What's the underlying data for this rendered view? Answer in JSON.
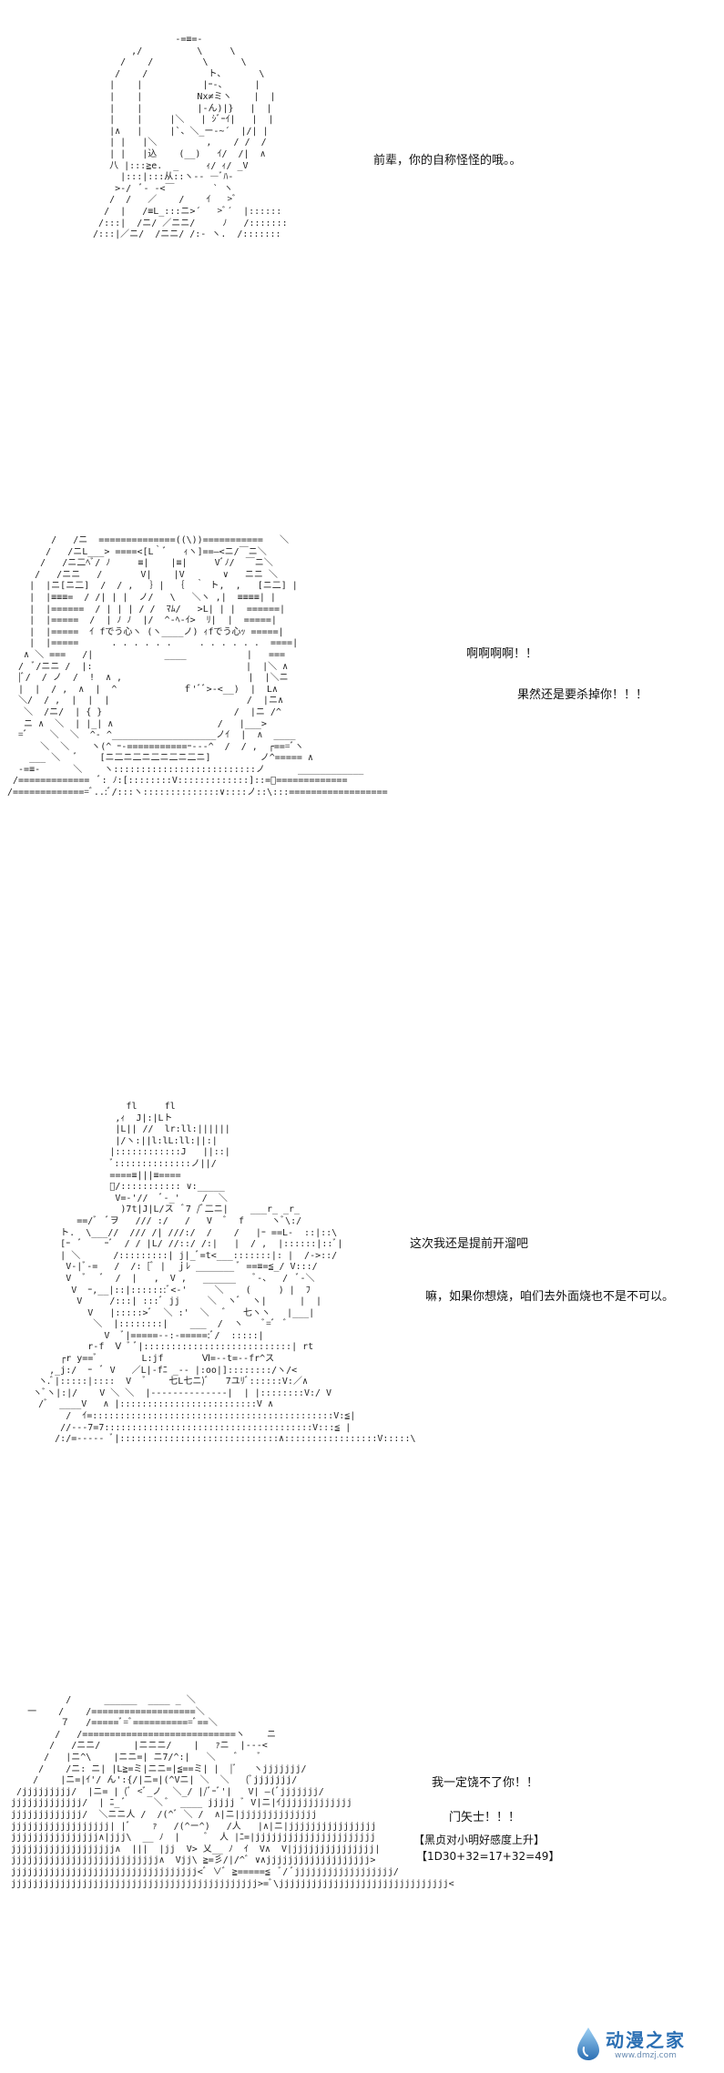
{
  "panels": [
    {
      "art": [
        "                 -=≡=-",
        "         ,/          \\     \\",
        "       /    /         \\      \\",
        "      /    /           ト、      \\",
        "     |    |           |ｰ-、     |",
        "     |    |          Nx≠ミヽ    |  |",
        "     |    |          |-ん)|}   |  |",
        "     |    |     |＼   | ｼﾞｰｲ|   |  |",
        "     |∧   |     |`、＼_ー‐~´  |/| |",
        "     | |   |＼         ,    / /  /",
        "     | |   |込    (__)   ｲ/  /|  ∧",
        "     八 |:::≧e.  _     ｨ/ ｨ/ _V",
        "       |:::|:::从::ヽ-- ―ﾞﾊ-",
        "      >-/  ﾞ‐ -<￣       ` ヽ",
        "     /  /   ／    /    ｲ   >ﾞ",
        "    /  |   /≡L_:::ニ>´   >ﾞ´  |::::::",
        "   /:::|  /ニ/ ／ニニ/     ﾉ   /:::::::",
        "  /:::|／ニ/  /ニニ/ /:- ヽ.  /:::::::"
      ],
      "lines": [
        "前辈，你的自称怪怪的哦。。"
      ]
    },
    {
      "art": [
        "        /   /ニ  ==============((\\))===========   ＼",
        "       /   /ニL___> ====<[L｀ﾞ   ｨヽ]==―<ニ/￣ニ＼",
        "      /   /ニ二ﾍﾞ/ ﾉ     ≡|    |≡|     Vﾞﾉ/  ￣ニ＼",
        "     /   /ニニ   /       V|    |V       ∨   ニニ ＼",
        "    |  |ニ[ニ二]  /  / ,   ｝|  ｛  ｀ ト,  ,   [ニ二] |",
        "    |  |≡≡≡=  / /| | |  ノ/   \\   ＼ヽ ,|  ≡≡≡≡| |",
        "    |  |======  / | | | / /  ﾏﾑ/   >L| | |  ======|",
        "    |  |=====  /  | ﾉ ﾉ  |/  ^-ﾍ-ｲ>  ﾘ|  |  =====|",
        "    |  |=====  ｲ fでう心ヽ (ヽ____ノ) ｨfでう心ｯ =====|",
        "    |  |=====      . . . . . .     . . . . . .  ====|",
        "   ∧ ＼ ===   /|             ____           |   ===",
        "  /  ﾞ/ニニ /  |:                            |  |＼ ∧",
        "  |ﾞ/  / ノ  /  !  ∧ ,                       |  |＼ニ",
        "  |  |  / ,  ∧  |  ^            ｆ'ﾞﾞ>-<__)  |  L∧",
        "  ＼/  / ,  |  |  |                         /  |ニ∧",
        "   ＼  /ニ/  | { }                        /  |ニ /^",
        "   ニ ∧  ＼  | |_| ∧                   /   |___>",
        "  =ﾞ    ＼  ＼  ^- ^___________________ノｲ  |  ∧  ____",
        "      ＼  ＼    ヽ(^ ｰ-===========ｰ---^  /  / ,  ┌===ﾞヽ",
        "    ___ ＼   ﾞ    [ニ二ニ二ニ二ニ二ニ二ニ]         ノ^===== ∧",
        "  -=≡-      ＼    ヽ::::::::::::::::::::::::::ノ      ____________",
        " /=============  ﾞ: ﾉ:[::::::::V:::::::::::::]::=ﾞ=============",
        "/==============ﾞ..:ﾞ/:::ヽ::::::::::::::∨::::ノ::\\:::=================="
      ],
      "lines": [
        "啊啊啊啊！！",
        "果然还是要杀掉你！！！"
      ]
    },
    {
      "art": [
        "                     fl     fl",
        "                   ,ｨ  J|:|Lト",
        "                   |L|| //  lr:ll:||||||",
        "                   |/ヽ:||l:lL:ll:||:|",
        "                  |::::::::::::J   ||::|",
        "                  ﾞ::::::::::::::ノ||/",
        "                  ====≡|||≡====",
        "                  ﾞ/::::::::::: ∨:_____",
        "                   V=-'//  ﾞ-_'    /  ＼",
        "                    )7t|J|L/ス  ﾞ7 /ﾞ二ニ|    ___r_ _r_",
        "            ==/ﾞ  ﾞヲ   /// :/   /   V  ﾞ  f     ヽﾞ\\:/",
        "         ト.  \\___//  /// /| ///:/  /    /   |ｰ ==L-  ::|::\\",
        "         [ｰ  ﾞ    ｰﾞ  / / |L/ //::/ /:|   |  / ,  |::::::|::ﾞ|",
        "         | ＼      /:::::::::| j|_ﾞ=t<___:::::::|: |  /->::/",
        "          V-|ﾞ-=   /  /: [ﾞ |  ｊﾚ _______ ﾞ ==≡=≦_/ V:::/",
        "          V  ﾞ   ﾞ  /  |   ,  V ,   ______   ﾞ-、  /  ﾞ-＼",
        "           V  ｰ,__|::|:::::::ﾞ<-'     ＼    (     ) |  ﾌ",
        "            V     /:::| :::ﾞ jj     ＼  ヽﾞ  ヽ|      |  |",
        "              V   |:::::>ﾞ  ＼ :'  ＼   ﾞ   七ヽヽ   |___|",
        "               ＼  |::::::::|    ___  /  ヽ    ﾞ=ﾞ  ﾞ",
        "                 V  ﾞ|=====--:-=====:ﾞ/  :::::|   ",
        "              r-f  Ⅴ ﾞ ﾞ|:::::::::::::::::::::::::::| rt",
        "         ┌r y==ﾞ        L:jf       Ⅵ=--t=--fr^ス",
        "       ,_j:/  ｰ  ﾞ V   ／L|-fﾆ _-- |:oo|]::::::::/ヽ/<",
        "     ヽ.ﾞ|:::::|::::  V  ﾞ    七L七ニ)ﾞ   7ユﾘﾞ::::::V:／∧",
        "    ヽﾞヽ|:|/    V ＼ ＼  |--------------|  | |::::::::V:/ V",
        "     /ﾞ  ____V   ∧ |:::::::::::::::::::::::::V ∧",
        "          /  ｲ=::::::::::::::::::::::::::::::::::::::::::::V:≦|",
        "         //---7=7::::::::::::::::::::::::::::::::::::::V:::≦ |",
        "        /:/=----- ﾞ|:::::::::::::::::::::::::::::∧:::::::::::::::::V:::::\\"
      ],
      "lines": [
        "这次我还是提前开溜吧",
        "嘛，如果你想烧，咱们去外面烧也不是不可以。"
      ]
    },
    {
      "art": [
        "            /      ______  ____ _ ＼",
        "     一    /    /===================＼",
        "           ７   /=====ﾞ=ﾞ===========ﾞ==＼",
        "          /   /============================ヽ    ニ",
        "         /   /ニニ/      |ニニニ/    |   ｧニ  |---<",
        "        /   |ニ^\\    |ニニ=| ニ7/^:|   ＼    ﾞ    ﾞ",
        "       /    /ニ: ニ| |L≧=ミ|ニニ=|≦==ミ| |  |ﾞ   ヽjjjjjjj/",
        "      /    |ニ=|ｲ'/ ん':{/|ニ=|(^Vニ| ＼  ＼   (ﾞjjjjjjj/",
        "   /jjjjjjjjj/  |ニ= | (ﾞ <ﾞ_ノ  ＼_/ |/ﾞｰﾞ'|   V| ―(ﾞjjjjjjj/",
        "  jjjjjjjjjjjjj/  | ﾆ_ ﾞ     ＼ ﾞ  ____ jjjjj ﾞ V|ニ|ｲjjjjjjjjjjjjj",
        "  jjjjjjjjjjjjj/  ＼ニニ人 /  /(^ﾞ ＼ /  ∧|ニ|jjjjjjjjjjjjjj",
        "  jjjjjjjjjjjjjjjjjj| |ﾞ    ｧ   /(^ー^)   /人   |∧|ニ|jjjjjjjjjjjjjjjj",
        "  jjjjjjjjjjjjjjjj∧|jjj\\  __ ﾉ  |     ﾞ  人 |ﾆ=|jjjjjjjjjjjjjjjjjjjjjj",
        "  jjjjjjjjjjjjjjjjjjj∧  |||  |jj  V> 乂__ ﾉ  ｲ  V∧  V|jjjjjjjjjjjjjjj|",
        "  jjjjjjjjjjjjjjjjjjjjjjjjjjj∧  Vjj\\ ≧=彡/|/^ﾞ ∨∧jjjjjjjjjjjjjjjjjjj>",
        "  jjjjjjjjjjjjjjjjjjjjjjjjjjjjjjjjjj<ﾞ ∨ﾞ ≧=====≦  ﾞ/ ﾞjjjjjjjjjjjjjjjjjj/",
        "  jjjjjjjjjjjjjjjjjjjjjjjjjjjjjjjjjjjjjjjjjjjjj>=ﾞ\\jjjjjjjjjjjjjjjjjjjjjjjjjjjjjjj<"
      ],
      "lines": [
        "我一定饶不了你！！",
        "门矢士！！！"
      ],
      "status": [
        "【黑贞对小明好感度上升】",
        "【1D30+32=17+32=49】"
      ]
    }
  ],
  "watermark": {
    "logo_icon": "water-drop-icon",
    "brand_color": "#2b6fb3",
    "title": "动漫之家",
    "url": "www.dmzj.com"
  }
}
